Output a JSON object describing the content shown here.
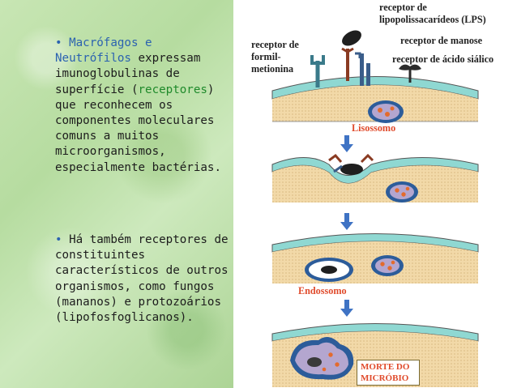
{
  "left_panel": {
    "bullet1": {
      "bullet": "•",
      "macrofagos": "Macrófagos e",
      "neutrofilos": "Neutrófilos",
      "part1": " expressam imunoglobulinas de superfície (",
      "receptores": "receptores",
      "part2": ") que reconhecem os componentes moleculares comuns a muitos microorganismos, especialmente bactérias."
    },
    "bullet2": {
      "bullet": "•",
      "text": "Há também receptores de constituintes característicos de outros organismos, como fungos (mananos) e protozoários (lipofosfoglicanos)."
    }
  },
  "diagram": {
    "label_lps": "receptor de lipopolissacarídeos (LPS)",
    "label_formil": "receptor de formil-metionina",
    "label_manose": "receptor de  manose",
    "label_sialico": "receptor de  ácido siálico",
    "label_lisossomo": "Lisossomo",
    "label_endossomo": "Endossomo",
    "label_morte": "MORTE DO MICRÓBIO",
    "colors": {
      "cell_fill": "#f2d9a8",
      "membrane": "#7fd6d0",
      "lysosome": "#2c5c9a",
      "arrow": "#3f73c4"
    }
  }
}
